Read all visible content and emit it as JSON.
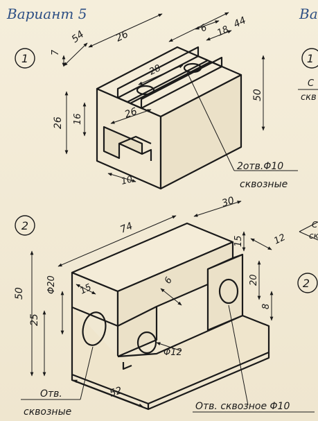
{
  "header": {
    "title": "Вариант 5",
    "next_title_fragment": "Ва"
  },
  "figures": [
    {
      "number": "1",
      "dimensions": [
        "54",
        "26",
        "6",
        "18",
        "44",
        "7",
        "28",
        "50",
        "26",
        "16",
        "26",
        "10"
      ],
      "callout_line1": "2отв.Φ10",
      "callout_line2": "сквозные"
    },
    {
      "number": "2",
      "dimensions": [
        "74",
        "30",
        "15",
        "12",
        "Φ20",
        "15",
        "6",
        "50",
        "25",
        "20",
        "8",
        "Φ12",
        "52"
      ],
      "callout_left_line1": "Отв.",
      "callout_left_line2": "сквозные",
      "callout_bottom": "Отв.  сквозное Φ10"
    }
  ],
  "right_edge": {
    "circle1": "1",
    "circle2": "2",
    "frag1": "С",
    "frag2": "скв",
    "frag3": "С",
    "frag4": "ск"
  }
}
